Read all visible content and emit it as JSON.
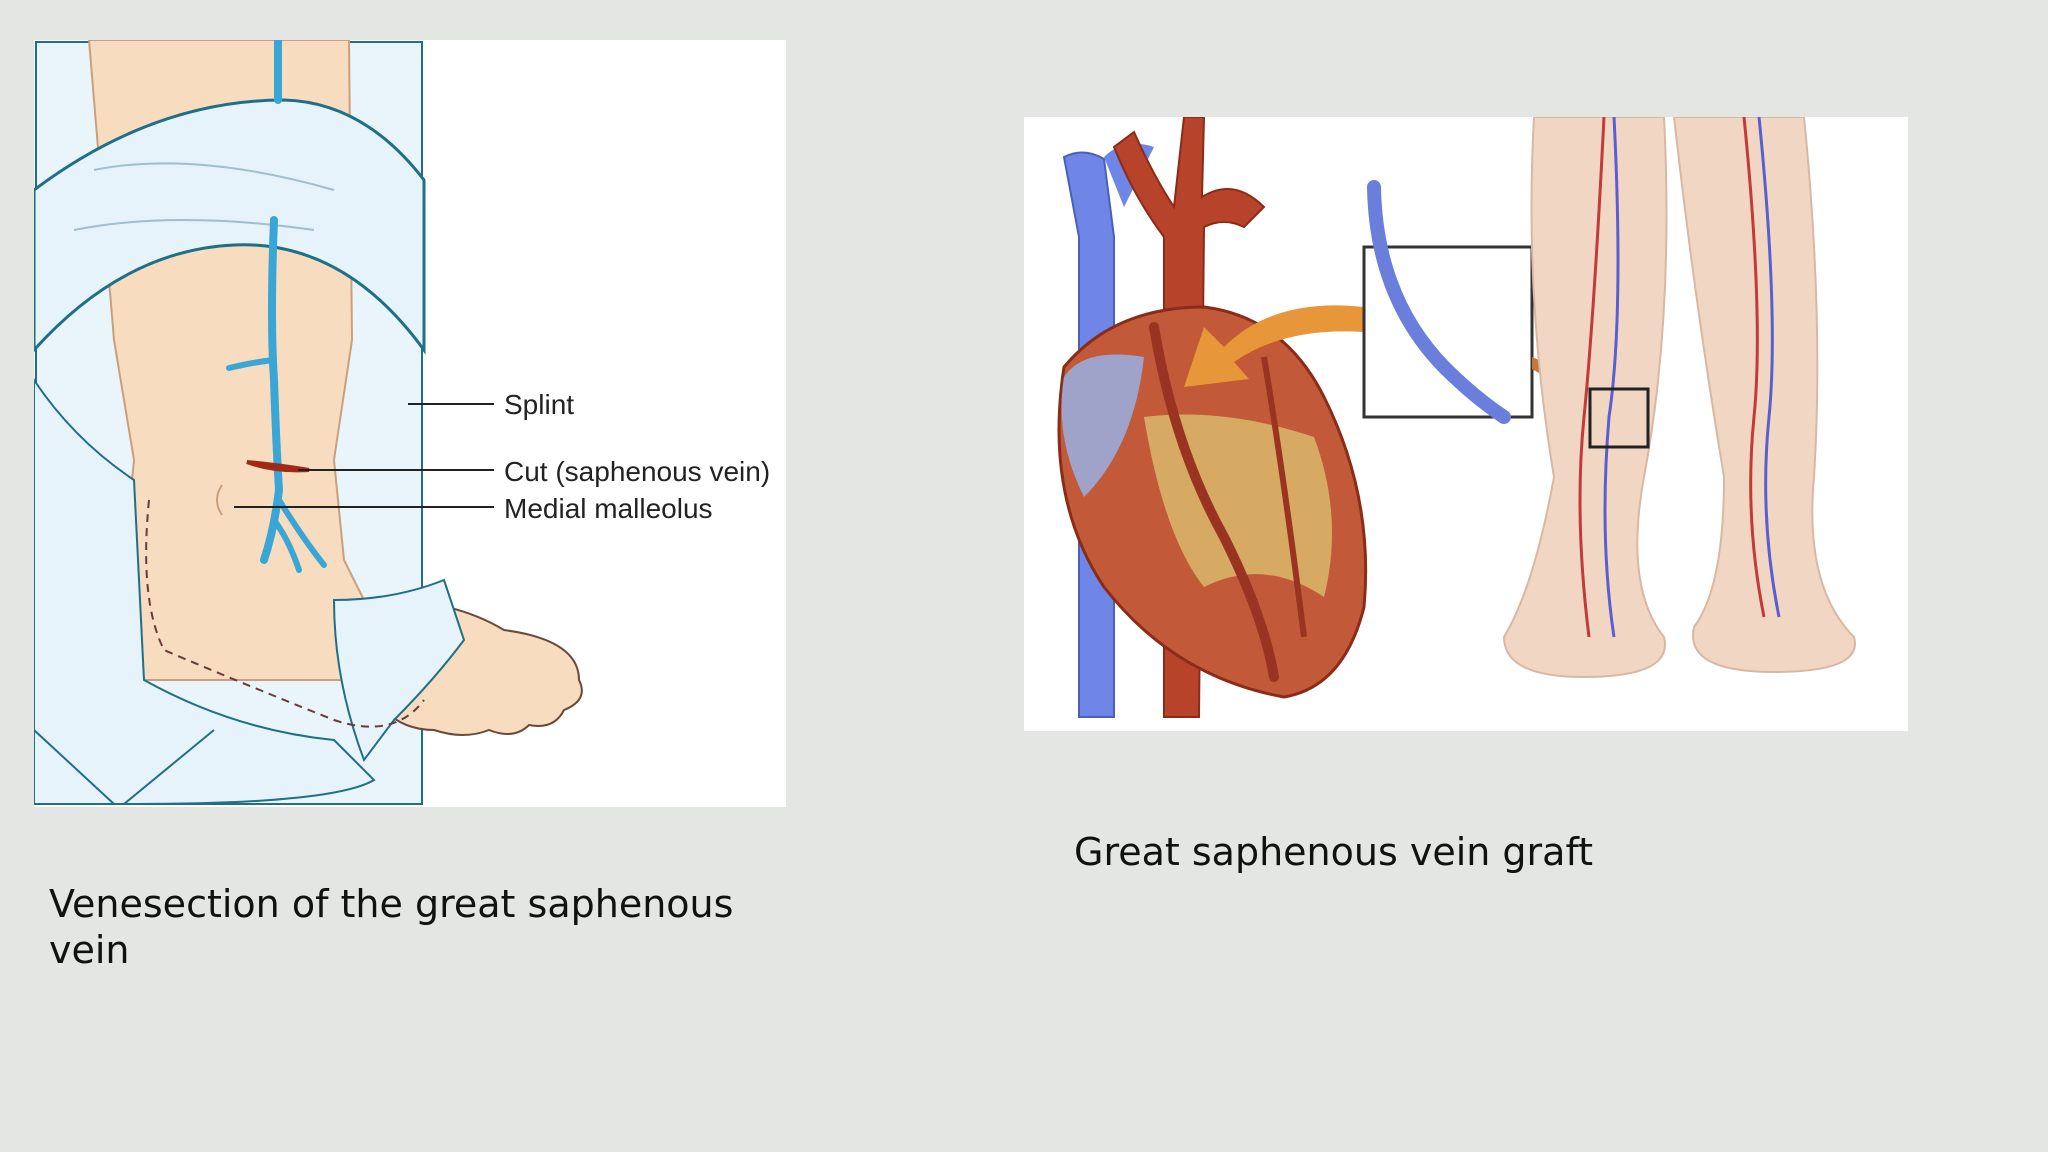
{
  "left_figure": {
    "labels": {
      "splint": "Splint",
      "cut": "Cut (saphenous vein)",
      "malleolus": "Medial malleolus"
    },
    "caption": "Venesection of the great saphenous vein"
  },
  "right_figure": {
    "caption": "Great saphenous vein graft"
  },
  "colors": {
    "background": "#e4e6e4",
    "vein_blue": "#3aa6d6",
    "skin": "#f7dcc0",
    "splint": "#e6f3fa",
    "splint_edge": "#1f6f86",
    "heart_red": "#b8432b",
    "vena_blue": "#6f86e6",
    "graft_orange": "#e8963a"
  }
}
